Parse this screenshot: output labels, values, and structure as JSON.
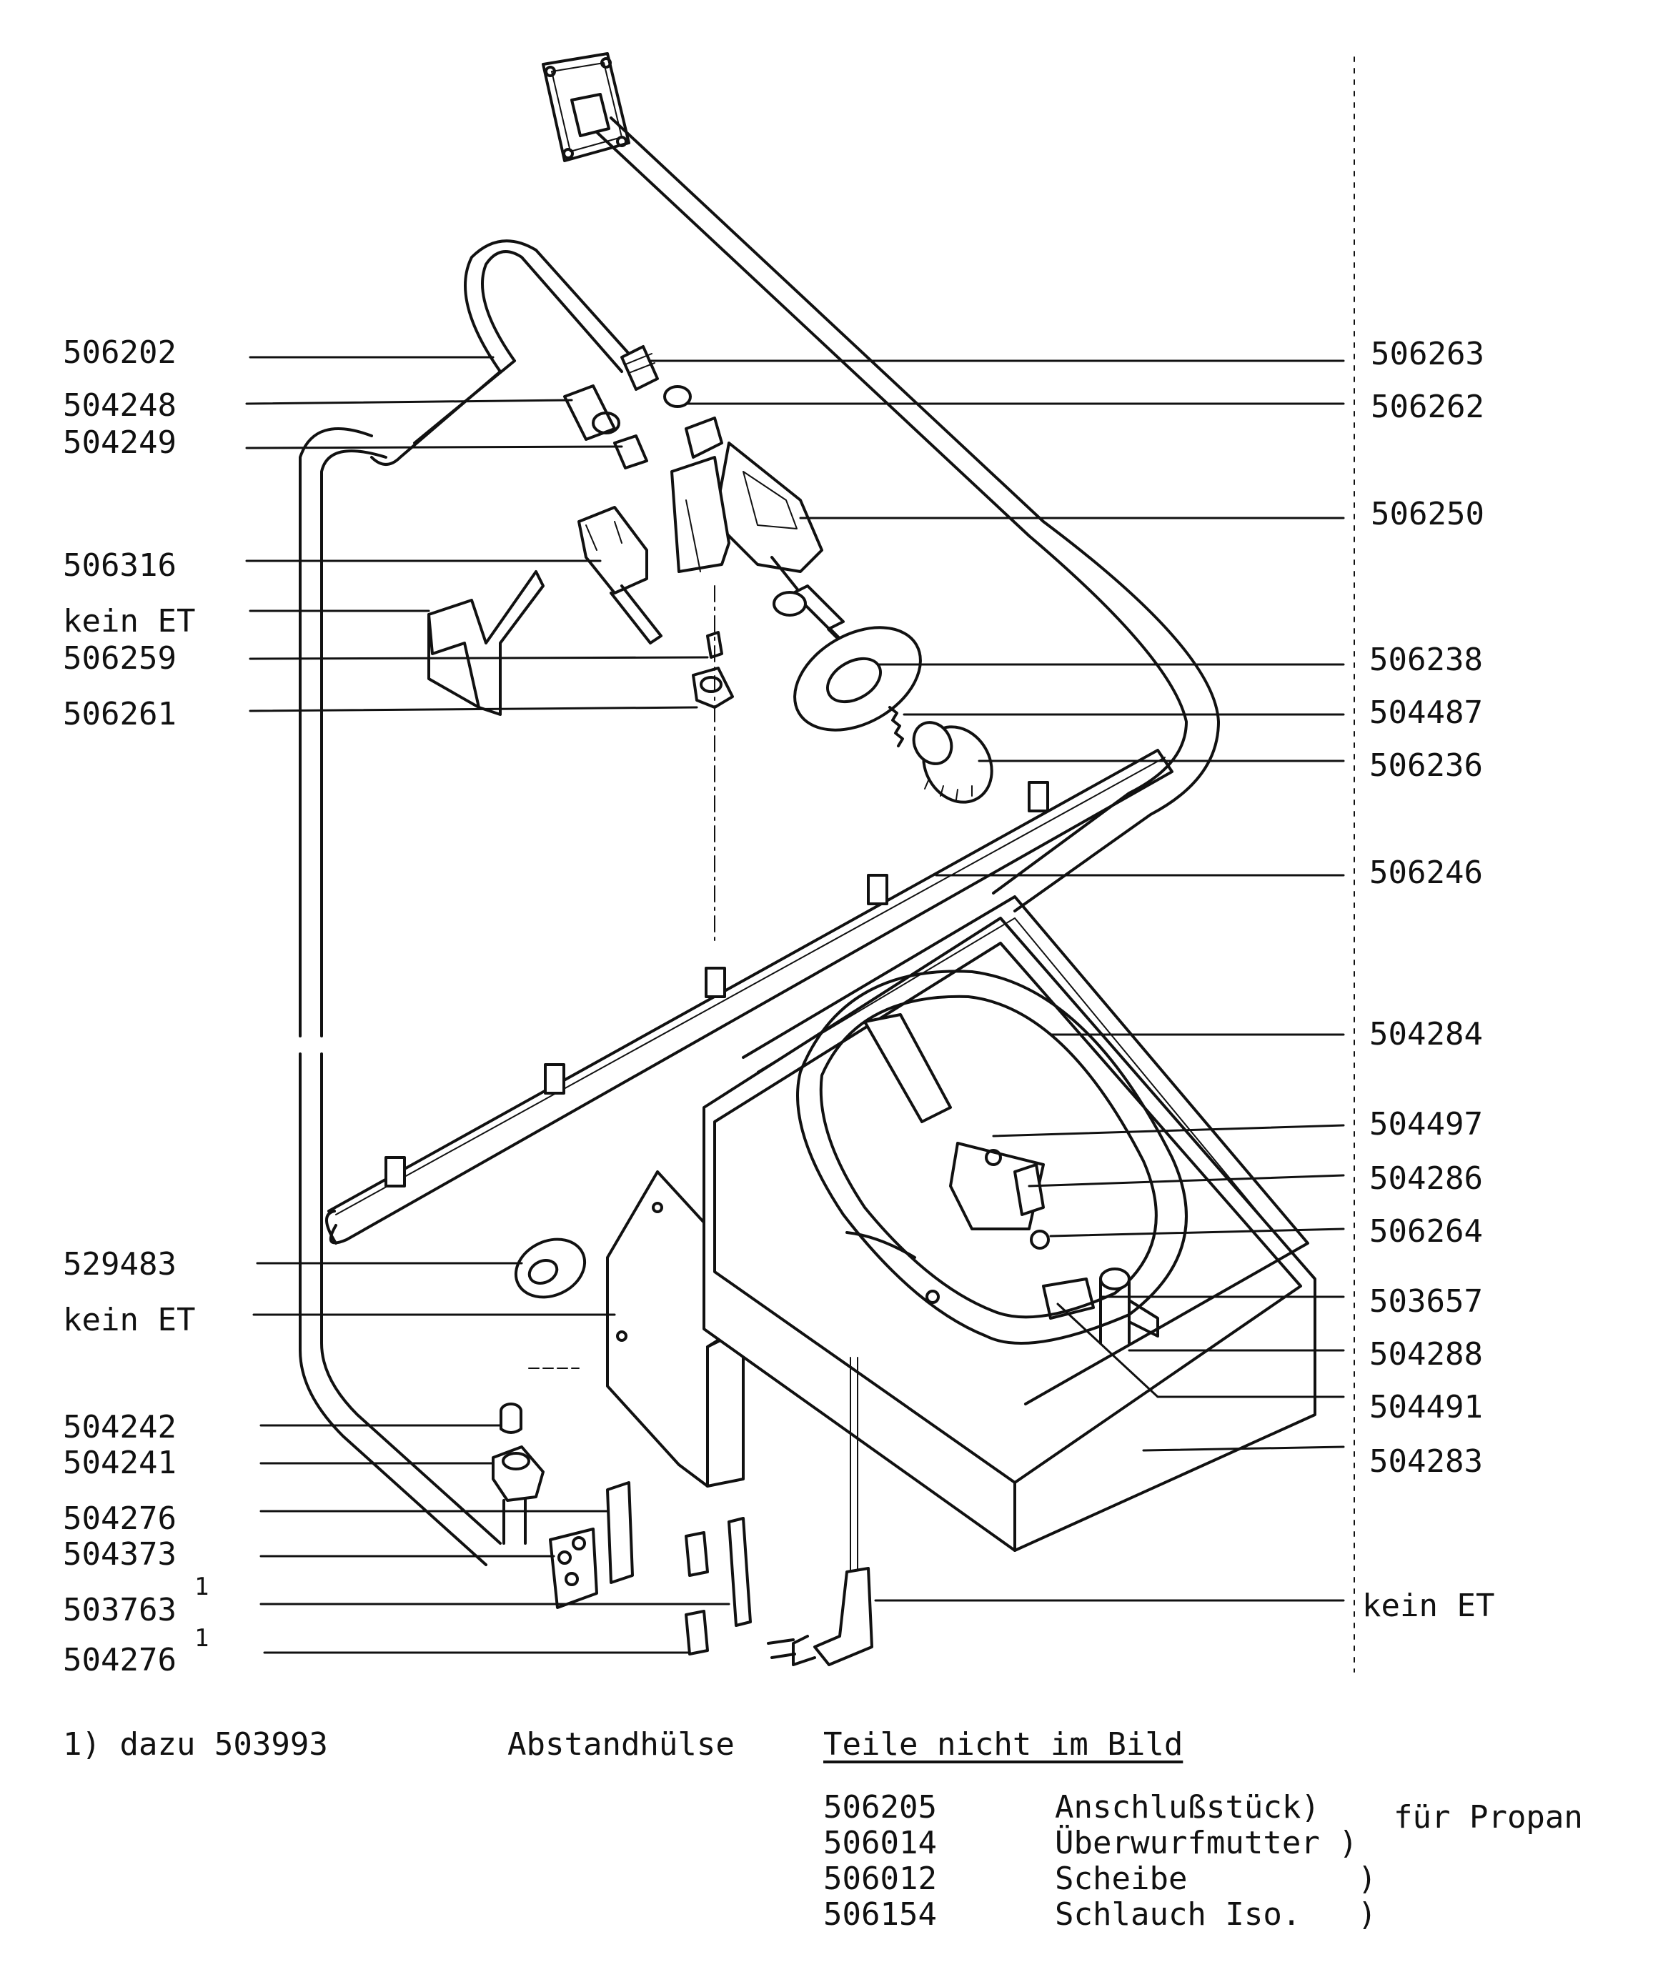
{
  "labels_left": [
    {
      "id": "l1",
      "text": "506202"
    },
    {
      "id": "l2",
      "text": "504248"
    },
    {
      "id": "l3",
      "text": "504249"
    },
    {
      "id": "l4",
      "text": "506316"
    },
    {
      "id": "l5",
      "text": "kein ET"
    },
    {
      "id": "l6",
      "text": "506259"
    },
    {
      "id": "l7",
      "text": "506261"
    },
    {
      "id": "l8",
      "text": "529483"
    },
    {
      "id": "l9",
      "text": "kein ET"
    },
    {
      "id": "l10",
      "text": "504242"
    },
    {
      "id": "l11",
      "text": "504241"
    },
    {
      "id": "l12",
      "text": "504276"
    },
    {
      "id": "l13",
      "text": "504373"
    },
    {
      "id": "l14",
      "text": "503763"
    },
    {
      "id": "l15",
      "text": "504276"
    }
  ],
  "labels_right": [
    {
      "id": "r1",
      "text": "506263"
    },
    {
      "id": "r2",
      "text": "506262"
    },
    {
      "id": "r3",
      "text": "506250"
    },
    {
      "id": "r4",
      "text": "506238"
    },
    {
      "id": "r5",
      "text": "504487"
    },
    {
      "id": "r6",
      "text": "506236"
    },
    {
      "id": "r7",
      "text": "506246"
    },
    {
      "id": "r8",
      "text": "504284"
    },
    {
      "id": "r9",
      "text": "504497"
    },
    {
      "id": "r10",
      "text": "504286"
    },
    {
      "id": "r11",
      "text": "506264"
    },
    {
      "id": "r12",
      "text": "503657"
    },
    {
      "id": "r13",
      "text": "504288"
    },
    {
      "id": "r14",
      "text": "504491"
    },
    {
      "id": "r15",
      "text": "504283"
    },
    {
      "id": "r16",
      "text": "kein ET"
    }
  ],
  "footnote_marks": {
    "m1": "1",
    "m2": "1"
  },
  "footer": {
    "note": "1) dazu 503993",
    "note_part": "Abstandhülse",
    "heading": "Teile nicht im Bild",
    "rows": [
      {
        "num": "506205",
        "name": "Anschlußstück)"
      },
      {
        "num": "506014",
        "name": "Überwurfmutter )"
      },
      {
        "num": "506012",
        "name": "Scheibe         )"
      },
      {
        "num": "506154",
        "name": "Schlauch Iso.   )"
      }
    ],
    "propane": "für Propan"
  }
}
